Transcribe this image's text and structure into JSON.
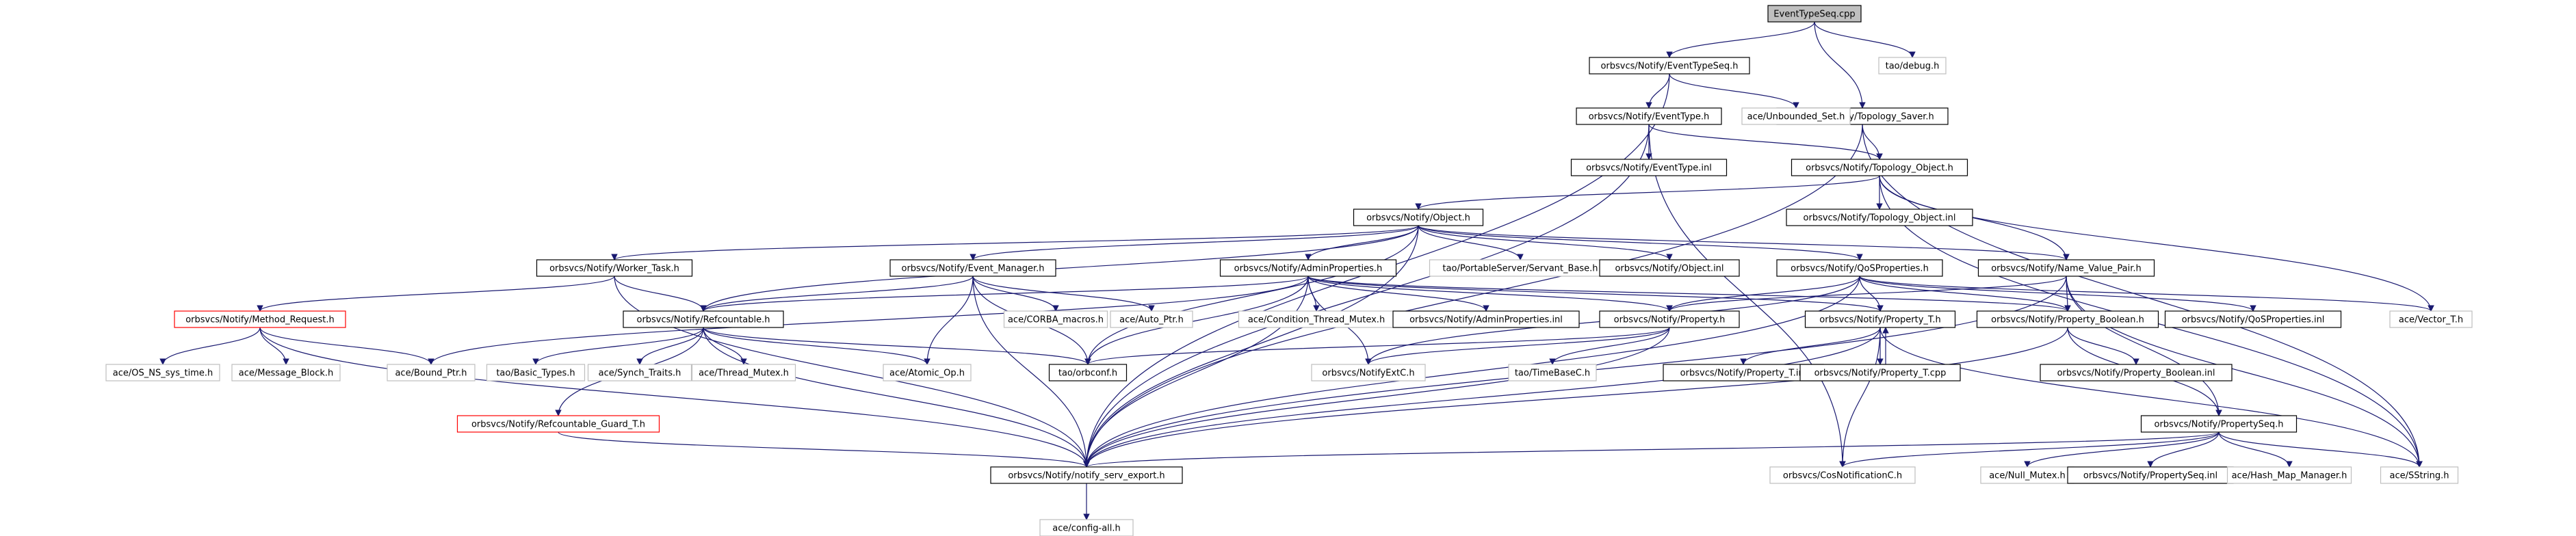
{
  "root": "EventTypeSeq.cpp",
  "nodes": [
    {
      "id": "n0",
      "label": "EventTypeSeq.cpp",
      "style": "root"
    },
    {
      "id": "n1",
      "label": "orbsvcs/Notify/EventTypeSeq.h",
      "style": "documented"
    },
    {
      "id": "n2",
      "label": "tao/debug.h",
      "style": "external"
    },
    {
      "id": "n3",
      "label": "orbsvcs/Notify/Topology_Saver.h",
      "style": "documented"
    },
    {
      "id": "n4",
      "label": "orbsvcs/Notify/EventType.h",
      "style": "documented"
    },
    {
      "id": "n5",
      "label": "ace/Unbounded_Set.h",
      "style": "external"
    },
    {
      "id": "n6",
      "label": "orbsvcs/Notify/EventType.inl",
      "style": "documented"
    },
    {
      "id": "n7",
      "label": "orbsvcs/Notify/Topology_Object.h",
      "style": "documented"
    },
    {
      "id": "n8",
      "label": "orbsvcs/Notify/Topology_Object.inl",
      "style": "documented"
    },
    {
      "id": "n9",
      "label": "orbsvcs/Notify/Object.h",
      "style": "documented"
    },
    {
      "id": "n10",
      "label": "orbsvcs/Notify/Worker_Task.h",
      "style": "documented"
    },
    {
      "id": "n11",
      "label": "orbsvcs/Notify/Event_Manager.h",
      "style": "documented"
    },
    {
      "id": "n12",
      "label": "orbsvcs/Notify/AdminProperties.h",
      "style": "documented"
    },
    {
      "id": "n13",
      "label": "tao/PortableServer/Servant_Base.h",
      "style": "external"
    },
    {
      "id": "n14",
      "label": "orbsvcs/Notify/Object.inl",
      "style": "documented"
    },
    {
      "id": "n15",
      "label": "orbsvcs/Notify/QoSProperties.h",
      "style": "documented"
    },
    {
      "id": "n16",
      "label": "orbsvcs/Notify/Name_Value_Pair.h",
      "style": "documented"
    },
    {
      "id": "n17",
      "label": "orbsvcs/Notify/Method_Request.h",
      "style": "truncated"
    },
    {
      "id": "n18",
      "label": "orbsvcs/Notify/Refcountable.h",
      "style": "documented"
    },
    {
      "id": "n19",
      "label": "ace/CORBA_macros.h",
      "style": "external"
    },
    {
      "id": "n20",
      "label": "ace/Auto_Ptr.h",
      "style": "external"
    },
    {
      "id": "n21",
      "label": "ace/Condition_Thread_Mutex.h",
      "style": "external"
    },
    {
      "id": "n22",
      "label": "orbsvcs/Notify/AdminProperties.inl",
      "style": "documented"
    },
    {
      "id": "n23",
      "label": "orbsvcs/Notify/Property.h",
      "style": "documented"
    },
    {
      "id": "n24",
      "label": "orbsvcs/Notify/Property_T.h",
      "style": "documented"
    },
    {
      "id": "n25",
      "label": "orbsvcs/Notify/Property_Boolean.h",
      "style": "documented"
    },
    {
      "id": "n26",
      "label": "orbsvcs/Notify/QoSProperties.inl",
      "style": "documented"
    },
    {
      "id": "n27",
      "label": "ace/Vector_T.h",
      "style": "external"
    },
    {
      "id": "n28",
      "label": "ace/OS_NS_sys_time.h",
      "style": "external"
    },
    {
      "id": "n29",
      "label": "ace/Message_Block.h",
      "style": "external"
    },
    {
      "id": "n30",
      "label": "ace/Bound_Ptr.h",
      "style": "external"
    },
    {
      "id": "n31",
      "label": "tao/Basic_Types.h",
      "style": "external"
    },
    {
      "id": "n32",
      "label": "ace/Synch_Traits.h",
      "style": "external"
    },
    {
      "id": "n33",
      "label": "ace/Thread_Mutex.h",
      "style": "external"
    },
    {
      "id": "n34",
      "label": "ace/Atomic_Op.h",
      "style": "external"
    },
    {
      "id": "n35",
      "label": "tao/orbconf.h",
      "style": "documented"
    },
    {
      "id": "n36",
      "label": "orbsvcs/NotifyExtC.h",
      "style": "external"
    },
    {
      "id": "n37",
      "label": "tao/TimeBaseC.h",
      "style": "external"
    },
    {
      "id": "n38",
      "label": "orbsvcs/Notify/Property_T.inl",
      "style": "documented"
    },
    {
      "id": "n39",
      "label": "orbsvcs/Notify/Property_T.cpp",
      "style": "documented"
    },
    {
      "id": "n40",
      "label": "orbsvcs/Notify/Property_Boolean.inl",
      "style": "documented"
    },
    {
      "id": "n41",
      "label": "orbsvcs/Notify/Refcountable_Guard_T.h",
      "style": "truncated"
    },
    {
      "id": "n42",
      "label": "orbsvcs/Notify/PropertySeq.h",
      "style": "documented"
    },
    {
      "id": "n43",
      "label": "orbsvcs/Notify/notify_serv_export.h",
      "style": "documented"
    },
    {
      "id": "n44",
      "label": "orbsvcs/CosNotificationC.h",
      "style": "external"
    },
    {
      "id": "n45",
      "label": "ace/Null_Mutex.h",
      "style": "external"
    },
    {
      "id": "n46",
      "label": "orbsvcs/Notify/PropertySeq.inl",
      "style": "documented"
    },
    {
      "id": "n47",
      "label": "ace/Hash_Map_Manager.h",
      "style": "external"
    },
    {
      "id": "n48",
      "label": "ace/SString.h",
      "style": "external"
    },
    {
      "id": "n49",
      "label": "ace/config-all.h",
      "style": "external"
    }
  ],
  "edges": [
    [
      "n0",
      "n1"
    ],
    [
      "n0",
      "n2"
    ],
    [
      "n0",
      "n3"
    ],
    [
      "n1",
      "n4"
    ],
    [
      "n1",
      "n5"
    ],
    [
      "n1",
      "n43"
    ],
    [
      "n3",
      "n7"
    ],
    [
      "n3",
      "n43"
    ],
    [
      "n3",
      "n48"
    ],
    [
      "n4",
      "n6"
    ],
    [
      "n4",
      "n7"
    ],
    [
      "n4",
      "n43"
    ],
    [
      "n4",
      "n44"
    ],
    [
      "n7",
      "n8"
    ],
    [
      "n7",
      "n9"
    ],
    [
      "n7",
      "n16"
    ],
    [
      "n7",
      "n27"
    ],
    [
      "n7",
      "n48"
    ],
    [
      "n9",
      "n10"
    ],
    [
      "n9",
      "n11"
    ],
    [
      "n9",
      "n12"
    ],
    [
      "n9",
      "n13"
    ],
    [
      "n9",
      "n14"
    ],
    [
      "n9",
      "n15"
    ],
    [
      "n9",
      "n16"
    ],
    [
      "n9",
      "n18"
    ],
    [
      "n9",
      "n35"
    ],
    [
      "n9",
      "n43"
    ],
    [
      "n10",
      "n17"
    ],
    [
      "n10",
      "n18"
    ],
    [
      "n10",
      "n43"
    ],
    [
      "n11",
      "n18"
    ],
    [
      "n11",
      "n19"
    ],
    [
      "n11",
      "n20"
    ],
    [
      "n11",
      "n35"
    ],
    [
      "n11",
      "n43"
    ],
    [
      "n11",
      "n34"
    ],
    [
      "n12",
      "n18"
    ],
    [
      "n12",
      "n21"
    ],
    [
      "n12",
      "n22"
    ],
    [
      "n12",
      "n23"
    ],
    [
      "n12",
      "n24"
    ],
    [
      "n12",
      "n25"
    ],
    [
      "n12",
      "n30"
    ],
    [
      "n12",
      "n35"
    ],
    [
      "n12",
      "n36"
    ],
    [
      "n12",
      "n43"
    ],
    [
      "n15",
      "n23"
    ],
    [
      "n15",
      "n24"
    ],
    [
      "n15",
      "n25"
    ],
    [
      "n15",
      "n26"
    ],
    [
      "n15",
      "n27"
    ],
    [
      "n15",
      "n36"
    ],
    [
      "n15",
      "n43"
    ],
    [
      "n16",
      "n23"
    ],
    [
      "n16",
      "n25"
    ],
    [
      "n16",
      "n42"
    ],
    [
      "n16",
      "n43"
    ],
    [
      "n16",
      "n48"
    ],
    [
      "n17",
      "n28"
    ],
    [
      "n17",
      "n29"
    ],
    [
      "n17",
      "n30"
    ],
    [
      "n17",
      "n43"
    ],
    [
      "n18",
      "n41"
    ],
    [
      "n18",
      "n31"
    ],
    [
      "n18",
      "n32"
    ],
    [
      "n18",
      "n33"
    ],
    [
      "n18",
      "n34"
    ],
    [
      "n18",
      "n35"
    ],
    [
      "n18",
      "n43"
    ],
    [
      "n23",
      "n35"
    ],
    [
      "n23",
      "n36"
    ],
    [
      "n23",
      "n37"
    ],
    [
      "n23",
      "n43"
    ],
    [
      "n24",
      "n38"
    ],
    [
      "n24",
      "n39"
    ],
    [
      "n24",
      "n44"
    ],
    [
      "n24",
      "n48"
    ],
    [
      "n24",
      "n43"
    ],
    [
      "n39",
      "n24"
    ],
    [
      "n25",
      "n40"
    ],
    [
      "n25",
      "n42"
    ],
    [
      "n25",
      "n43"
    ],
    [
      "n41",
      "n43"
    ],
    [
      "n42",
      "n43"
    ],
    [
      "n42",
      "n44"
    ],
    [
      "n42",
      "n45"
    ],
    [
      "n42",
      "n46"
    ],
    [
      "n42",
      "n47"
    ],
    [
      "n42",
      "n48"
    ],
    [
      "n43",
      "n49"
    ]
  ],
  "colors": {
    "edge": "#191970",
    "root_fill": "#bfbfbf",
    "documented_border": "#000000",
    "external_border": "#bfbfbf",
    "truncated_border": "#ff0000",
    "text": "#000000"
  }
}
